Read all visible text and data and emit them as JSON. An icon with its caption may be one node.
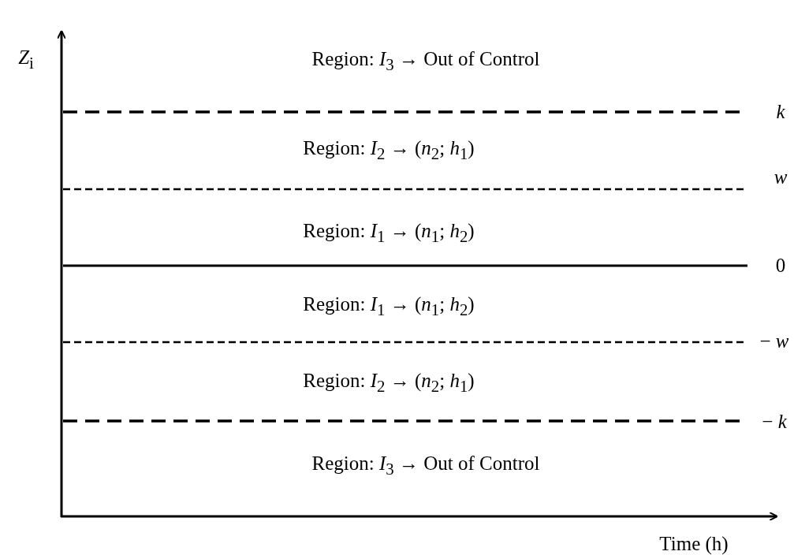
{
  "diagram": {
    "labels": [
      "*Z*$_{i}$",
      "Region: *I*$_{3}$ → Out of Control",
      "*k*",
      "Region: *I*$_{2}$ → (*n*$_{2}$; *h*$_{1}$)",
      "*w*",
      "Region: *I*$_{1}$ → (*n*$_{1}$; *h*$_{2}$)",
      "0",
      "Region: *I*$_{1}$ → (*n*$_{1}$; *h*$_{2}$)",
      "− *w*",
      "Region: *I*$_{2}$ → (*n*$_{2}$; *h*$_{1}$)",
      "− *k*",
      "Region: *I*$_{3}$ → Out of Control",
      "Time (h)"
    ]
  }
}
